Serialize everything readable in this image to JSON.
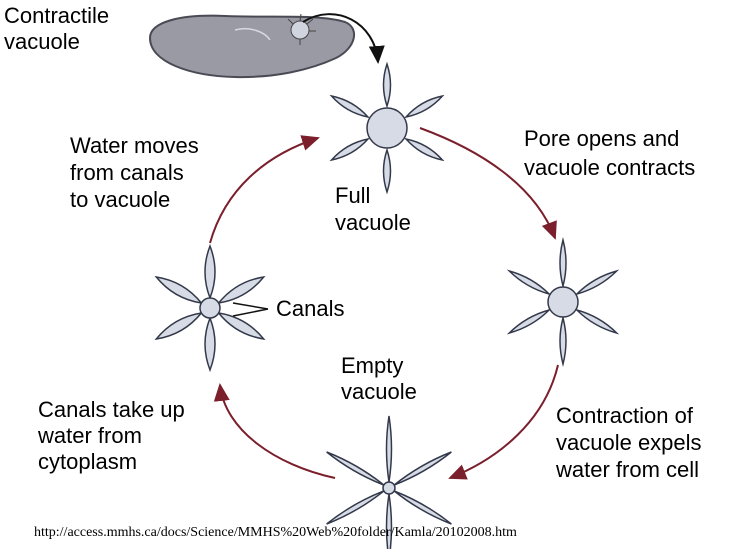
{
  "labels": {
    "contractile": [
      "Contractile",
      "vacuole"
    ],
    "pore": [
      "Pore opens and",
      "vacuole contracts"
    ],
    "water_moves": [
      "Water moves",
      "from canals",
      "to vacuole"
    ],
    "full": [
      "Full",
      "vacuole"
    ],
    "canals": "Canals",
    "empty": [
      "Empty",
      "vacuole"
    ],
    "canals_take": [
      "Canals take up",
      "water from",
      "cytoplasm"
    ],
    "contraction": [
      "Contraction of",
      "vacuole expels",
      "water from cell"
    ]
  },
  "source_url": "http://access.mmhs.ca/docs/Science/MMHS%20Web%20folder/Kamla/20102008.htm",
  "colors": {
    "arrow": "#7a1f2b",
    "vacuole_fill": "#d6dbe6",
    "vacuole_stroke": "#33394a",
    "paramecium_fill": "#9a9aa4"
  }
}
